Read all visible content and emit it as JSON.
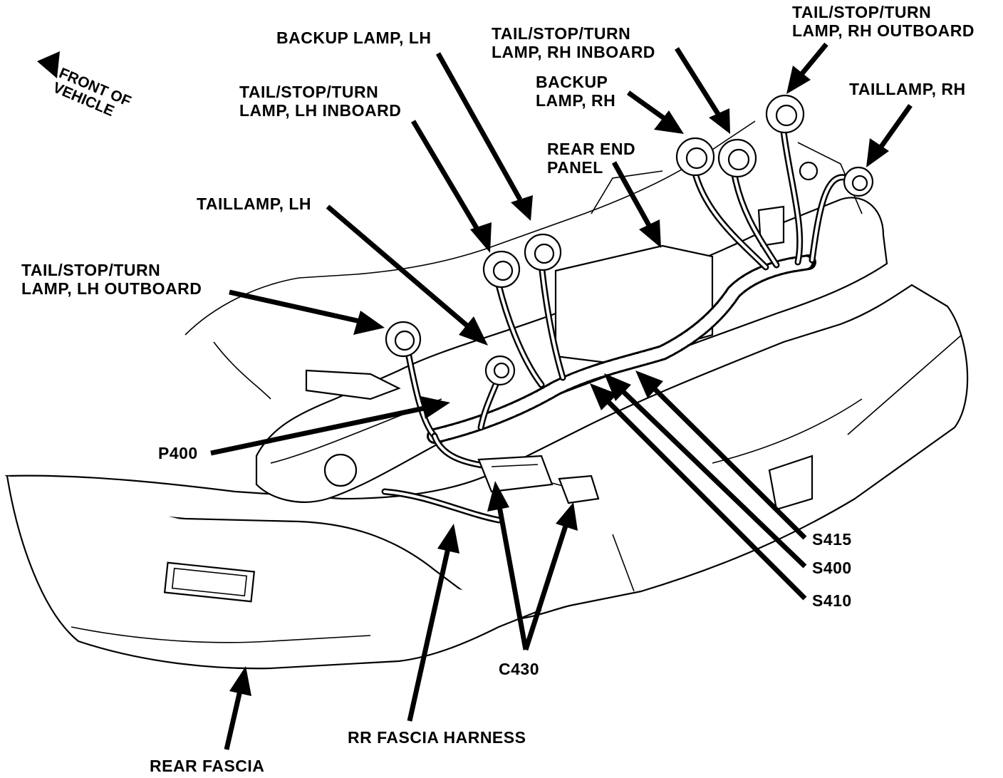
{
  "orientation": {
    "line1": "FRONT OF",
    "line2": "VEHICLE"
  },
  "labels": {
    "backup_lamp_lh": [
      "BACKUP LAMP, LH"
    ],
    "tst_lamp_rh_inboard": [
      "TAIL/STOP/TURN",
      "LAMP, RH INBOARD"
    ],
    "tst_lamp_rh_outboard": [
      "TAIL/STOP/TURN",
      "LAMP, RH OUTBOARD"
    ],
    "backup_lamp_rh": [
      "BACKUP",
      "LAMP, RH"
    ],
    "taillamp_rh": [
      "TAILLAMP, RH"
    ],
    "tst_lamp_lh_inboard": [
      "TAIL/STOP/TURN",
      "LAMP, LH INBOARD"
    ],
    "rear_end_panel": [
      "REAR END",
      "PANEL"
    ],
    "taillamp_lh": [
      "TAILLAMP, LH"
    ],
    "tst_lamp_lh_outboard": [
      "TAIL/STOP/TURN",
      "LAMP, LH OUTBOARD"
    ],
    "p400": [
      "P400"
    ],
    "s415": [
      "S415"
    ],
    "s400": [
      "S400"
    ],
    "s410": [
      "S410"
    ],
    "c430": [
      "C430"
    ],
    "rr_fascia_harness": [
      "RR FASCIA HARNESS"
    ],
    "rear_fascia": [
      "REAR FASCIA"
    ]
  }
}
